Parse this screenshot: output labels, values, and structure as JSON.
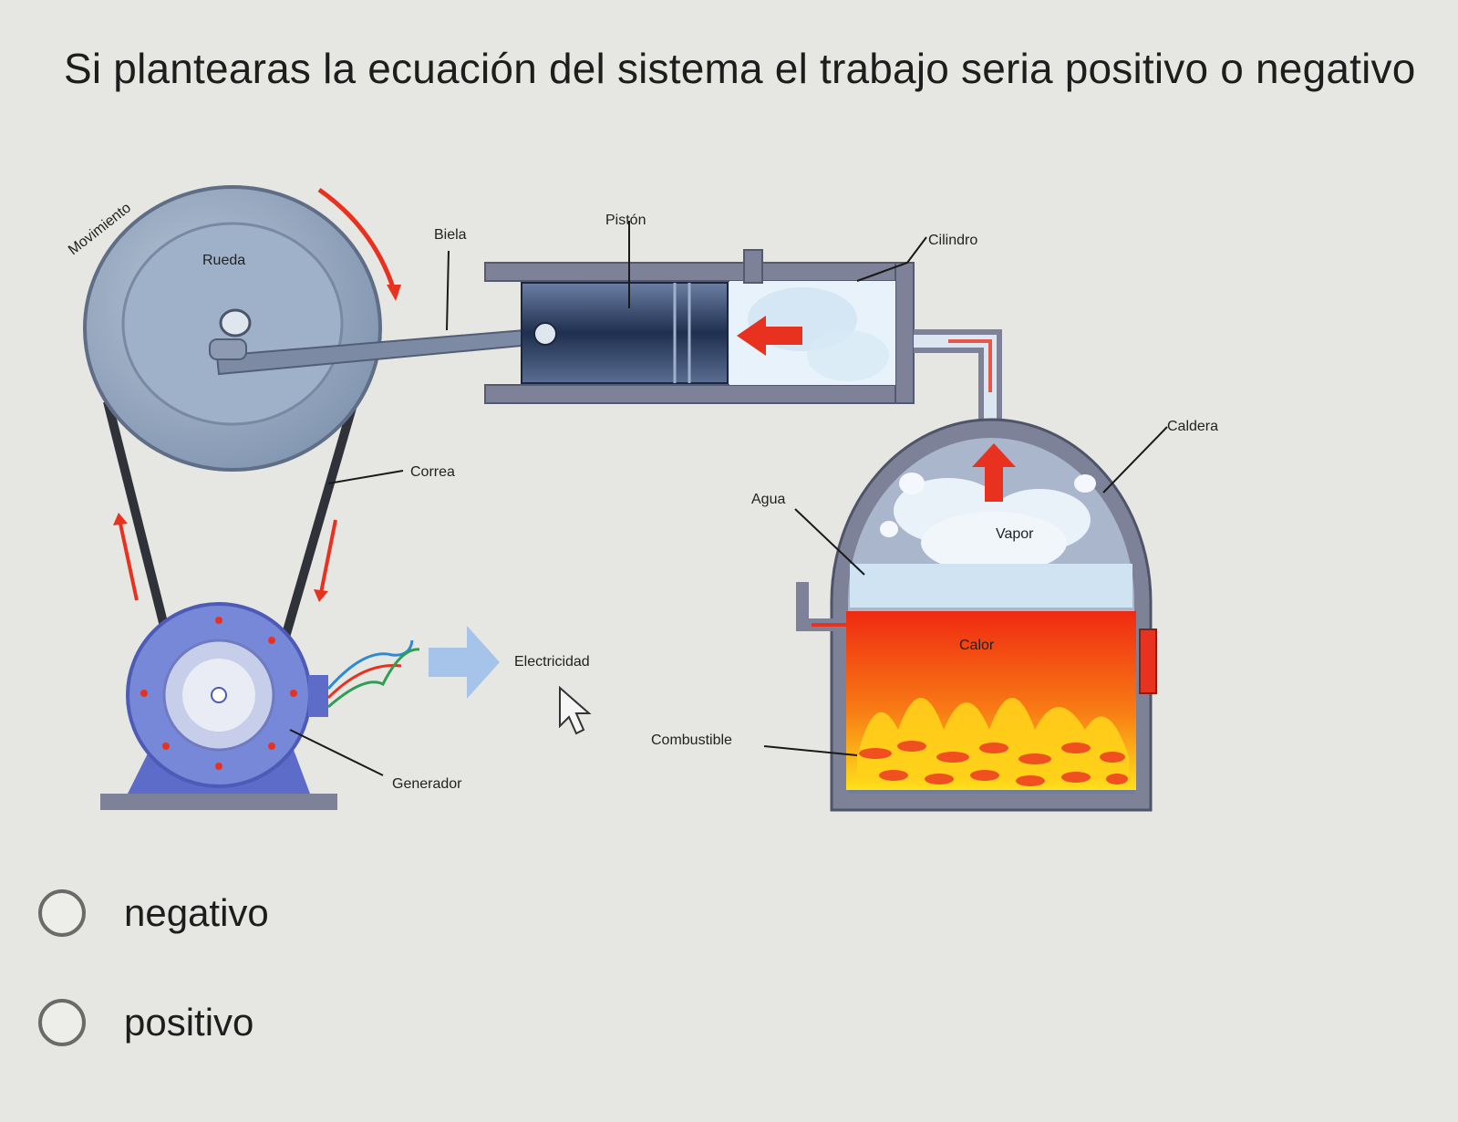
{
  "question": "Si plantearas la ecuación del sistema  el trabajo seria positivo o negativo",
  "diagram": {
    "labels": {
      "movimiento": "Movimiento",
      "rueda": "Rueda",
      "biela": "Biela",
      "piston": "Pistón",
      "cilindro": "Cilindro",
      "caldera": "Caldera",
      "correa": "Correa",
      "agua": "Agua",
      "vapor": "Vapor",
      "calor": "Calor",
      "electricidad": "Electricidad",
      "combustible": "Combustible",
      "generador": "Generador"
    },
    "colors": {
      "wheel": "#8fa3bd",
      "piston": "#2d3e5c",
      "cylinder": "#7d8298",
      "generator": "#6d7fd6",
      "fire": "#f03a1a",
      "flame_yellow": "#ffd21a",
      "arrow_red": "#e8321f"
    }
  },
  "options": [
    {
      "label": "negativo"
    },
    {
      "label": "positivo"
    }
  ]
}
